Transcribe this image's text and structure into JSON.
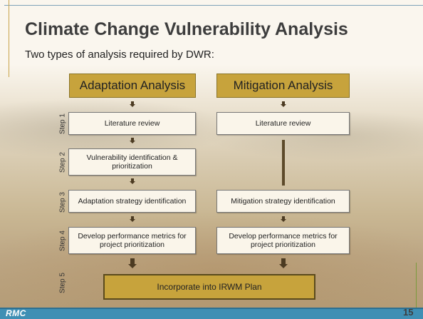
{
  "slide": {
    "title": "Climate Change Vulnerability Analysis",
    "subtitle": "Two types of analysis required by DWR:",
    "page_number": "15",
    "logo": "RMC"
  },
  "columns": {
    "left_header": "Adaptation Analysis",
    "right_header": "Mitigation Analysis"
  },
  "steps": [
    {
      "label": "Step 1",
      "left": "Literature review",
      "right": "Literature review"
    },
    {
      "label": "Step 2",
      "left": "Vulnerability identification & prioritization",
      "right": ""
    },
    {
      "label": "Step 3",
      "left": "Adaptation strategy identification",
      "right": "Mitigation strategy identification"
    },
    {
      "label": "Step 4",
      "left": "Develop performance metrics for project prioritization",
      "right": "Develop performance metrics for project prioritization"
    },
    {
      "label": "Step 5",
      "left": "",
      "right": ""
    }
  ],
  "final_step": "Incorporate into IRWM Plan",
  "colors": {
    "header_gold": "#c7a33c",
    "box_fill": "#faf5ea",
    "footer_blue": "#3f8fb4",
    "arrow_brown": "#4c3b22"
  }
}
